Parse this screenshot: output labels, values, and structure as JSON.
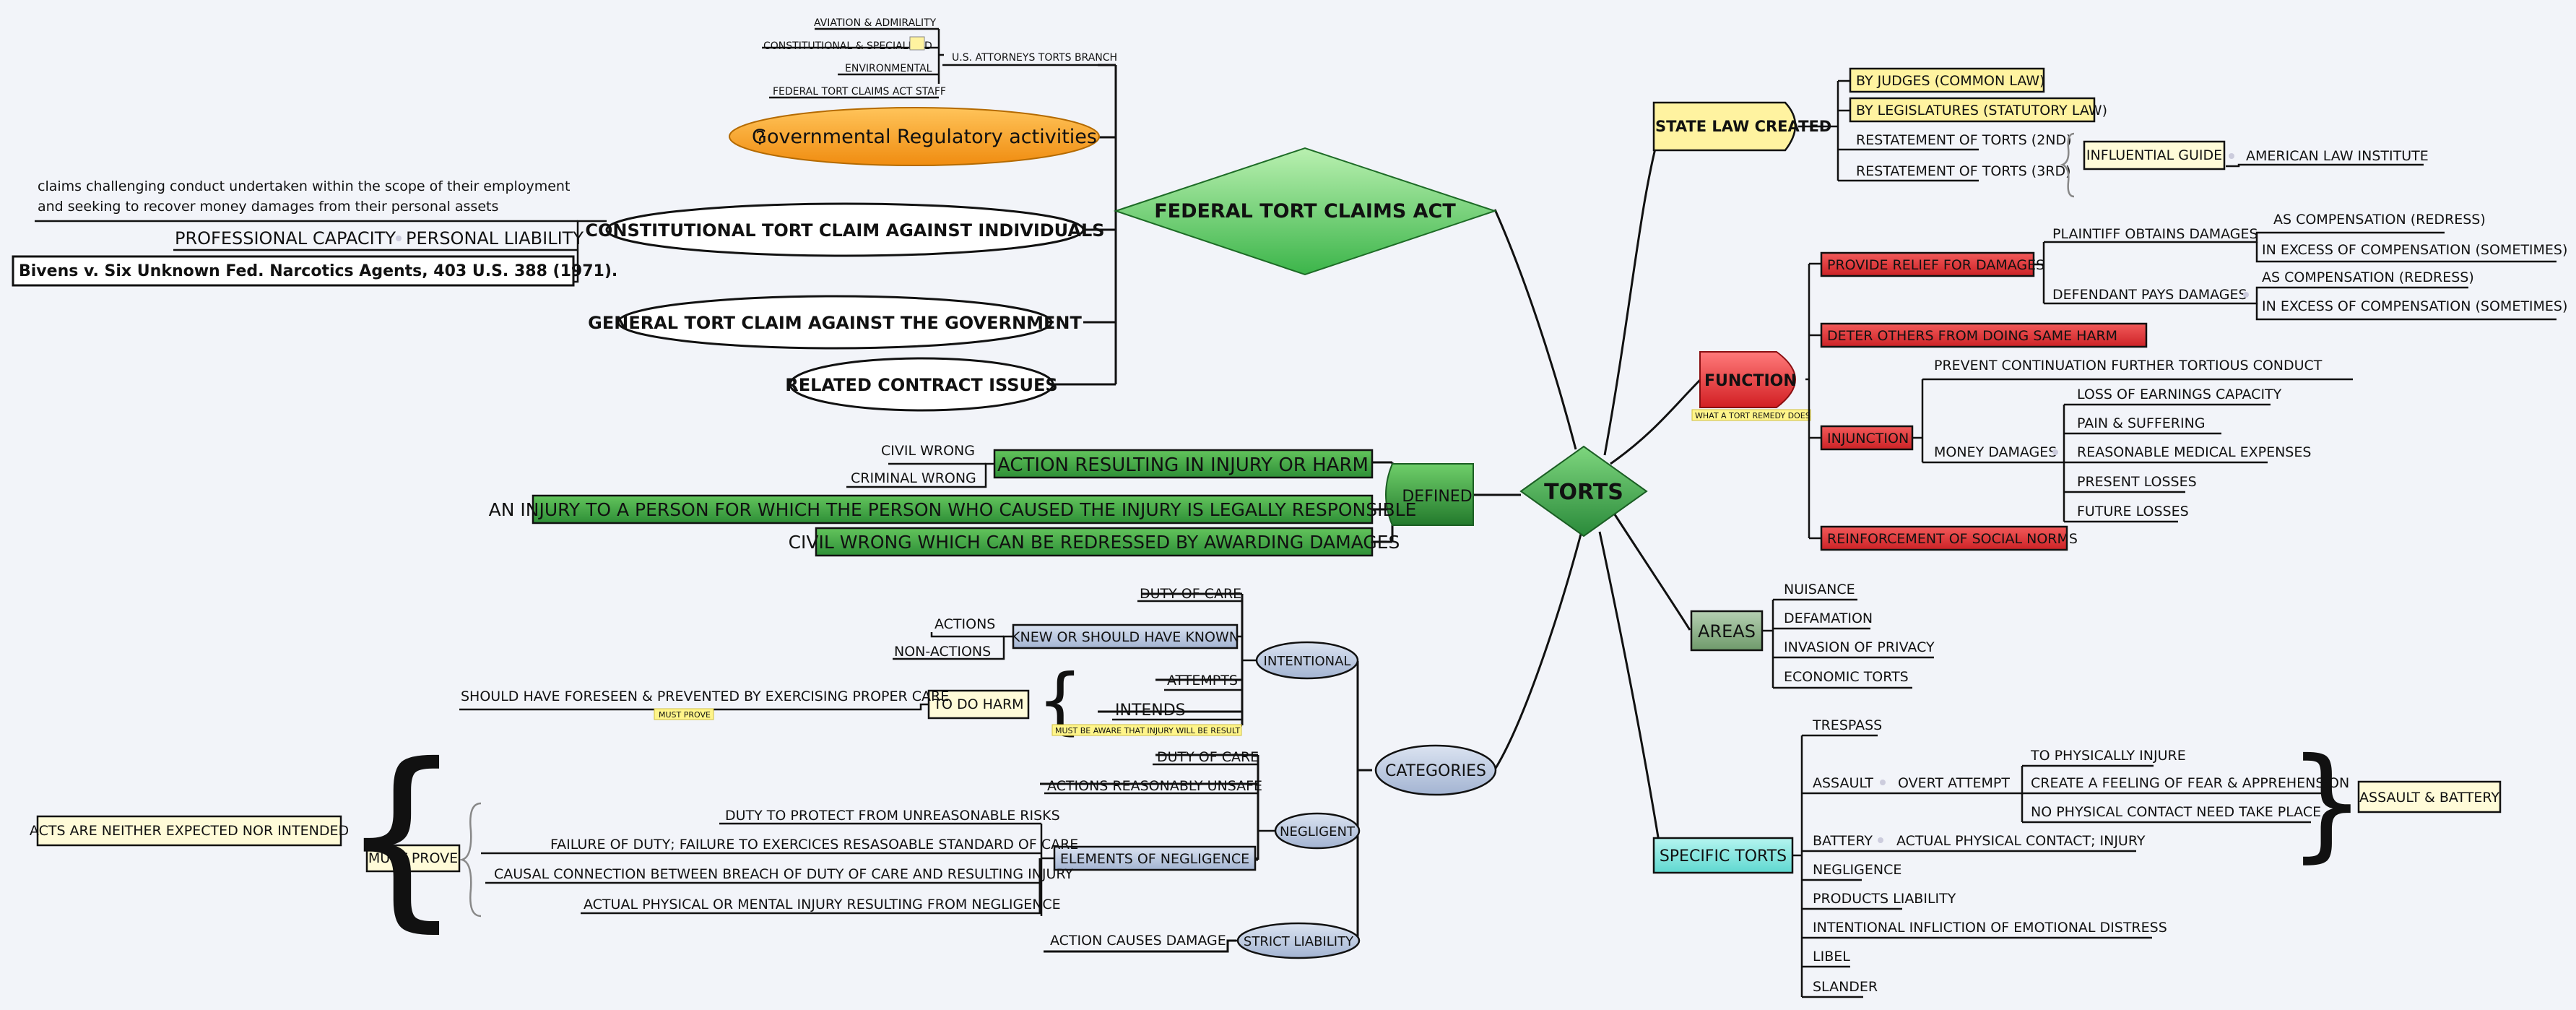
{
  "central": {
    "torts": "TORTS"
  },
  "ftca": {
    "title": "FEDERAL TORT CLAIMS ACT",
    "branch_label": "U.S. ATTORNEYS TORTS BRANCH",
    "branch_items": [
      "AVIATION & ADMIRALITY",
      "CONSTITUTIONAL & SPECIALIZED",
      "ENVIRONMENTAL",
      "FEDERAL TORT CLAIMS ACT STAFF"
    ],
    "regulatory": "Governmental Regulatory activities",
    "constitutional": "CONSTITUTIONAL TORT CLAIM AGAINST INDIVIDUALS",
    "note_line1": "claims challenging conduct undertaken within the scope of their employment",
    "note_line2": "and seeking to recover money damages from their personal assets",
    "professional": "PROFESSIONAL CAPACITY",
    "personal": "PERSONAL LIABILITY",
    "bivens": "Bivens v. Six Unknown Fed. Narcotics Agents, 403 U.S. 388 (1971).",
    "general": "GENERAL TORT CLAIM AGAINST THE GOVERNMENT",
    "contract": "RELATED CONTRACT ISSUES"
  },
  "defined": {
    "label": "DEFINED",
    "action": "ACTION RESULTING IN INJURY OR HARM",
    "civil_wrong": "CIVIL  WRONG",
    "criminal_wrong": "CRIMINAL WRONG",
    "injury": "AN INJURY TO A PERSON FOR WHICH THE PERSON WHO CAUSED THE INJURY IS LEGALLY RESPONSIBLE",
    "redress": "CIVIL WRONG WHICH CAN BE REDRESSED BY AWARDING DAMAGES"
  },
  "categories": {
    "label": "CATEGORIES",
    "intentional": "INTENTIONAL",
    "duty_of_care": "DUTY OF CARE",
    "knew": "KNEW OR SHOULD HAVE KNOWN",
    "actions": "ACTIONS",
    "non_actions": "NON-ACTIONS",
    "attempts": "ATTEMPTS",
    "intends": "INTENDS",
    "must_be_aware": "MUST BE AWARE THAT INJURY WILL BE RESULT",
    "to_do_harm": "TO DO HARM",
    "should_have": "SHOULD HAVE FORESEEN & PREVENTED BY EXERCISING PROPER CARE",
    "must_prove_small": "MUST PROVE",
    "negligent": "NEGLIGENT",
    "neg_duty": "DUTY OF CARE",
    "neg_unsafe": "ACTIONS REASONABLY UNSAFE",
    "elements": "ELEMENTS OF NEGLIGENCE",
    "el1": "DUTY TO PROTECT FROM UNREASONABLE RISKS",
    "el2": "FAILURE OF DUTY; FAILURE TO EXERCICES RESASOABLE STANDARD OF CARE",
    "el3": "CAUSAL CONNECTION BETWEEN BREACH OF DUTY OF CARE AND RESULTING INJURY",
    "el4": "ACTUAL PHYSICAL OR MENTAL INJURY RESULTING FROM NEGLIGENCE",
    "must_prove": "MUST PROVE",
    "acts_neither": "ACTS ARE NEITHER EXPECTED NOR INTENDED",
    "strict": "STRICT LIABILITY",
    "causes_damage": "ACTION CAUSES DAMAGE"
  },
  "state_law": {
    "label": "STATE LAW CREATED",
    "by_judges": "BY JUDGES (COMMON LAW)",
    "by_legislatures": "BY LEGISLATURES (STATUTORY LAW)",
    "restatement2": "RESTATEMENT OF TORTS (2ND)",
    "restatement3": "RESTATEMENT OF TORTS (3RD)",
    "influential": "INFLUENTIAL GUIDE",
    "ali": "AMERICAN LAW INSTITUTE"
  },
  "function": {
    "label": "FUNCTION",
    "callout": "WHAT A TORT REMEDY DOES",
    "relief": "PROVIDE RELIEF FOR DAMAGES",
    "plaintiff": "PLAINTIFF OBTAINS DAMAGES",
    "as_comp1": "AS COMPENSATION (REDRESS)",
    "excess1": "IN EXCESS OF COMPENSATION (SOMETIMES)",
    "defendant": "DEFENDANT PAYS DAMAGES",
    "as_comp2": "AS COMPENSATION (REDRESS)",
    "excess2": "IN EXCESS OF COMPENSATION (SOMETIMES)",
    "deter": "DETER OTHERS FROM DOING SAME HARM",
    "injunction": "INJUNCTION",
    "prevent": "PREVENT CONTINUATION FURTHER TORTIOUS CONDUCT",
    "money": "MONEY DAMAGES",
    "loss": "LOSS OF EARNINGS CAPACITY",
    "pain": "PAIN & SUFFERING",
    "medical": "REASONABLE MEDICAL EXPENSES",
    "present": "PRESENT LOSSES",
    "future": "FUTURE LOSSES",
    "reinforcement": "REINFORCEMENT OF SOCIAL NORMS"
  },
  "areas": {
    "label": "AREAS",
    "items": [
      "NUISANCE",
      "DEFAMATION",
      "INVASION OF PRIVACY",
      "ECONOMIC TORTS"
    ]
  },
  "specific": {
    "label": "SPECIFIC TORTS",
    "trespass": "TRESPASS",
    "assault": "ASSAULT",
    "overt": "OVERT ATTEMPT",
    "to_physically": "TO PHYSICALLY INJURE",
    "create_feeling": "CREATE A FEELING OF FEAR & APPREHENSION",
    "no_contact": "NO PHYSICAL CONTACT NEED TAKE PLACE",
    "assault_battery": "ASSAULT & BATTERY",
    "battery": "BATTERY",
    "actual_contact": "ACTUAL PHYSICAL CONTACT; INJURY",
    "negligence": "NEGLIGENCE",
    "products": "PRODUCTS LIABILITY",
    "iied": "INTENTIONAL INFLICTION OF EMOTIONAL DISTRESS",
    "libel": "LIBEL",
    "slander": "SLANDER"
  },
  "colors": {
    "ftca_green": "#5fcf5f",
    "defined_green": "#2f9e3f",
    "function_red": "#e8383a",
    "state_yellow": "#fff3a0",
    "areas_green": "#8fb08c",
    "specific_cyan": "#7fe6e0",
    "category_blue": "#b5c3dc",
    "regulatory_orange": "#f7a21e"
  }
}
